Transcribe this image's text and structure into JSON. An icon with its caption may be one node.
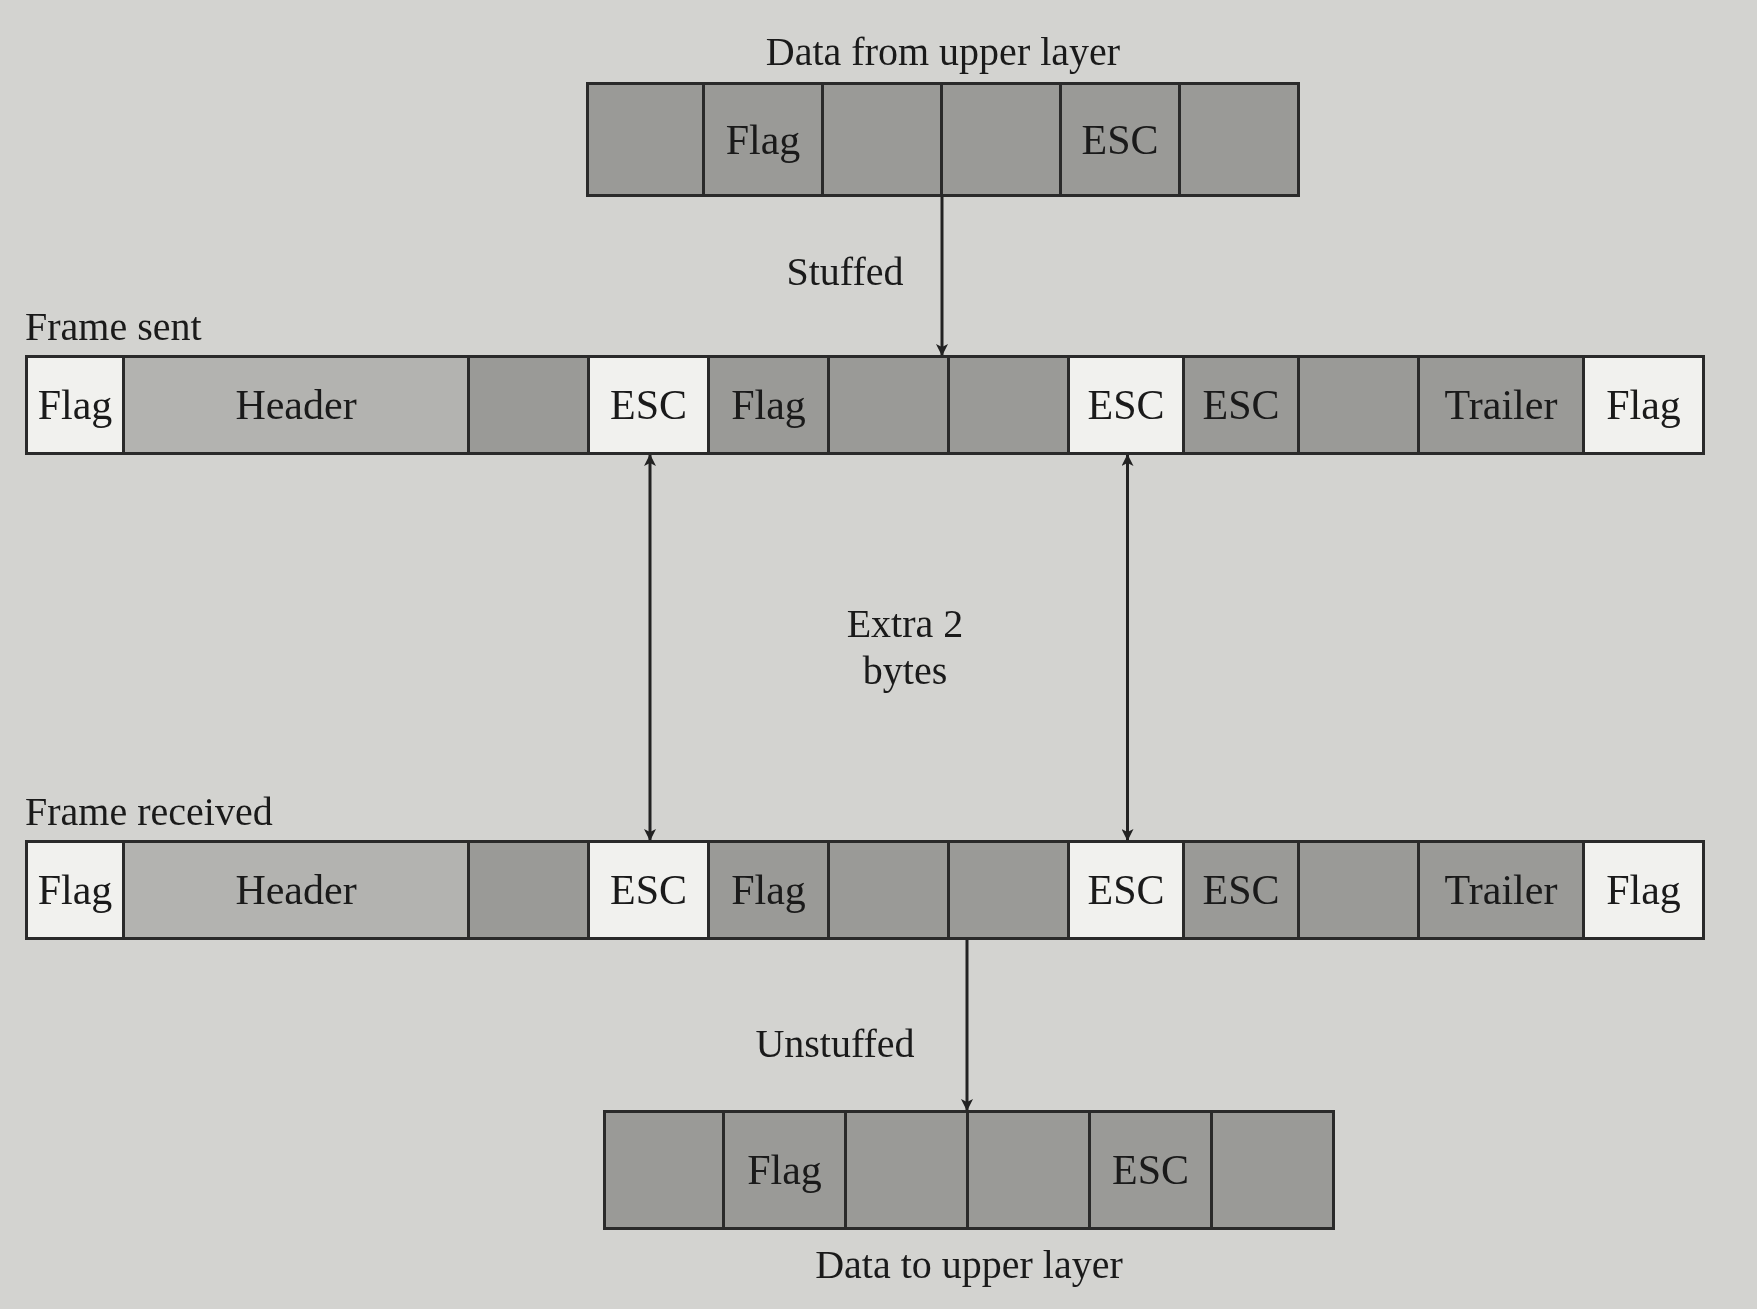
{
  "diagram": {
    "nodes": [
      {
        "text": [
          "Data from upper layer"
        ]
      },
      {
        "text": [],
        "shape": "box",
        "in": 0
      },
      {
        "text": [
          "Flag"
        ],
        "in": 0
      },
      {
        "text": [],
        "shape": "box",
        "in": 0
      },
      {
        "text": [],
        "shape": "box",
        "in": 0
      },
      {
        "text": [
          "ESC"
        ],
        "in": 0
      },
      {
        "text": [],
        "shape": "box",
        "in": 0
      },
      {
        "text": [
          "Frame sent"
        ]
      },
      {
        "text": [
          "Flag"
        ],
        "in": 7
      },
      {
        "text": [
          "Header"
        ],
        "in": 7
      },
      {
        "text": [],
        "shape": "box",
        "in": 7
      },
      {
        "text": [
          "ESC"
        ],
        "in": 7
      },
      {
        "text": [
          "Flag"
        ],
        "in": 7
      },
      {
        "text": [],
        "shape": "box",
        "in": 7
      },
      {
        "text": [],
        "shape": "box",
        "in": 7
      },
      {
        "text": [
          "ESC"
        ],
        "in": 7
      },
      {
        "text": [
          "ESC"
        ],
        "in": 7
      },
      {
        "text": [],
        "shape": "box",
        "in": 7
      },
      {
        "text": [
          "Trailer"
        ],
        "in": 7
      },
      {
        "text": [
          "Flag"
        ],
        "in": 7
      },
      {
        "text": [
          "Frame received"
        ]
      },
      {
        "text": [
          "Flag"
        ],
        "in": 20
      },
      {
        "text": [
          "Header"
        ],
        "in": 20
      },
      {
        "text": [],
        "shape": "box",
        "in": 20
      },
      {
        "text": [
          "ESC"
        ],
        "in": 20
      },
      {
        "text": [
          "Flag"
        ],
        "in": 20
      },
      {
        "text": [],
        "shape": "box",
        "in": 20
      },
      {
        "text": [],
        "shape": "box",
        "in": 20
      },
      {
        "text": [
          "ESC"
        ],
        "in": 20
      },
      {
        "text": [
          "ESC"
        ],
        "in": 20
      },
      {
        "text": [],
        "shape": "box",
        "in": 20
      },
      {
        "text": [
          "Trailer"
        ],
        "in": 20
      },
      {
        "text": [
          "Flag"
        ],
        "in": 20
      },
      {
        "text": [
          "Data to upper layer"
        ]
      },
      {
        "text": [],
        "shape": "box",
        "in": 33
      },
      {
        "text": [
          "Flag"
        ],
        "in": 33
      },
      {
        "text": [],
        "shape": "box",
        "in": 33
      },
      {
        "text": [],
        "shape": "box",
        "in": 33
      },
      {
        "text": [
          "ESC"
        ],
        "in": 33
      },
      {
        "text": [],
        "shape": "box",
        "in": 33
      }
    ],
    "edges": [
      {
        "from": 0,
        "to": 7,
        "arrow": "to",
        "label": "Stuffed"
      },
      {
        "from": 11,
        "to": 24,
        "arrow": "both"
      },
      {
        "from": 15,
        "to": 28,
        "arrow": "both"
      },
      {
        "from": 20,
        "to": 33,
        "arrow": "to",
        "label": "Unstuffed"
      }
    ],
    "labels": [
      "Extra 2 bytes"
    ]
  }
}
